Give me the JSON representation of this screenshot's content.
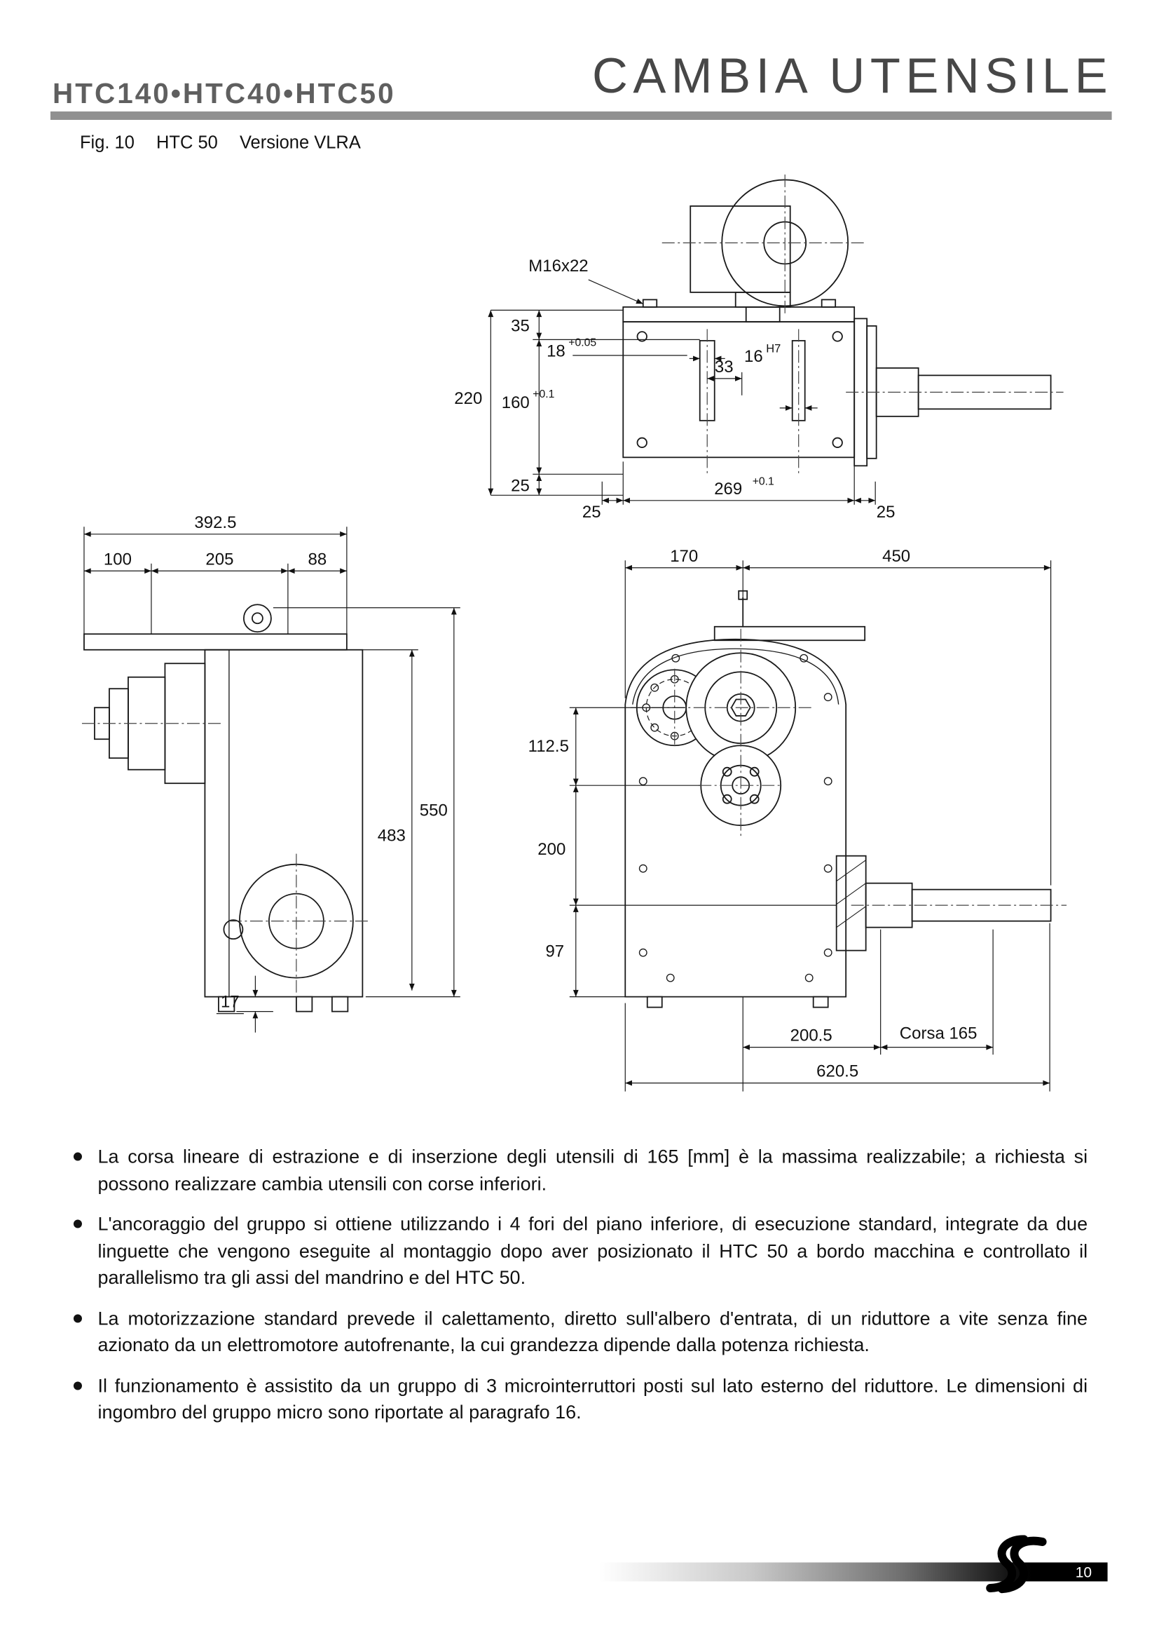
{
  "header": {
    "models": "HTC140•HTC40•HTC50",
    "title": "CAMBIA UTENSILE"
  },
  "figure": {
    "fig_label": "Fig. 10",
    "model": "HTC 50",
    "version": "Versione VLRA"
  },
  "top_view": {
    "thread_label": "M16x22",
    "dim_35": "35",
    "dim_18": "18",
    "tol_18": "+0.05",
    "dim_33": "33",
    "dim_16": "16",
    "tol_16": "H7",
    "dim_220": "220",
    "dim_160": "160",
    "tol_160": "+0.1",
    "dim_25_left": "25",
    "dim_25_bottom_left": "25",
    "dim_269": "269",
    "tol_269": "+0.1",
    "dim_25_bottom_right": "25"
  },
  "side_view": {
    "dim_392_5": "392.5",
    "dim_100": "100",
    "dim_205": "205",
    "dim_88": "88",
    "dim_550": "550",
    "dim_483": "483",
    "dim_17": "17"
  },
  "front_view": {
    "dim_170": "170",
    "dim_450": "450",
    "dim_112_5": "112.5",
    "dim_200": "200",
    "dim_97": "97",
    "dim_200_5": "200.5",
    "corsa_label": "Corsa  165",
    "dim_620_5": "620.5"
  },
  "notes": [
    "La corsa lineare di estrazione e di inserzione degli utensili di 165 [mm] è la massima realizzabile; a richiesta si possono realizzare cambia utensili con corse inferiori.",
    "L'ancoraggio del gruppo si ottiene utilizzando i 4 fori del piano inferiore, di esecuzione standard, integrate da due linguette che vengono eseguite al montaggio dopo aver posizionato il HTC 50 a bordo macchina e controllato il parallelismo tra gli assi del mandrino e del HTC 50.",
    "La motorizzazione standard prevede il calettamento, diretto sull'albero d'entrata, di un riduttore a vite senza fine azionato da un elettromotore autofrenante, la cui grandezza dipende dalla potenza richiesta.",
    "Il funzionamento è assistito da un gruppo di 3 microinterruttori posti sul lato esterno del riduttore. Le dimensioni di ingombro del gruppo micro sono riportate al paragrafo  16."
  ],
  "footer": {
    "page_number": "10"
  }
}
